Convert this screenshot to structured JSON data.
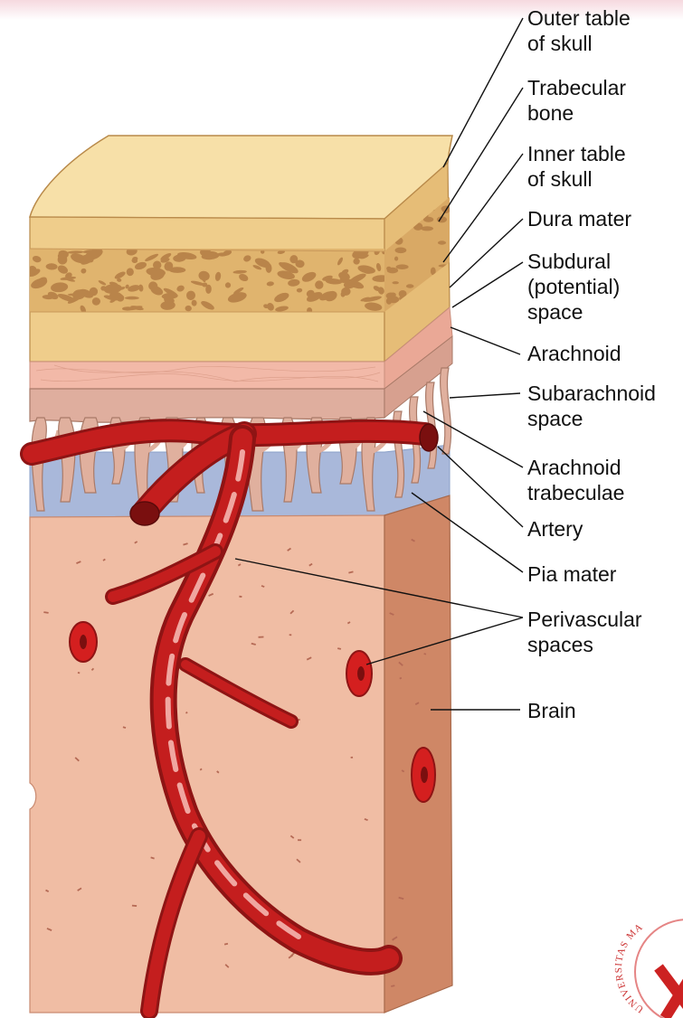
{
  "labels": {
    "outer_table": [
      "Outer table",
      "of skull"
    ],
    "trabecular_bone": [
      "Trabecular",
      "bone"
    ],
    "inner_table": [
      "Inner table",
      "of skull"
    ],
    "dura_mater": [
      "Dura mater"
    ],
    "subdural_space": [
      "Subdural",
      "(potential)",
      "space"
    ],
    "arachnoid": [
      "Arachnoid"
    ],
    "subarachnoid_space": [
      "Subarachnoid",
      "space"
    ],
    "arachnoid_trabeculae": [
      "Arachnoid",
      "trabeculae"
    ],
    "artery": [
      "Artery"
    ],
    "pia_mater": [
      "Pia mater"
    ],
    "perivascular_spaces": [
      "Perivascular",
      "spaces"
    ],
    "brain": [
      "Brain"
    ]
  },
  "colors": {
    "bone_top": "#f7e0a8",
    "bone_front": "#efcd8b",
    "trabecular_spot": "#b9844a",
    "dura": "#f2b9a8",
    "arachnoid": "#dfae9e",
    "subarachnoid": "#a9b8da",
    "brain_front": "#f0bda4",
    "brain_side": "#cf8766",
    "artery": "#c41e1e",
    "leader_line": "#111111"
  },
  "watermark": {
    "text": "UNIVERSITAS MA"
  }
}
